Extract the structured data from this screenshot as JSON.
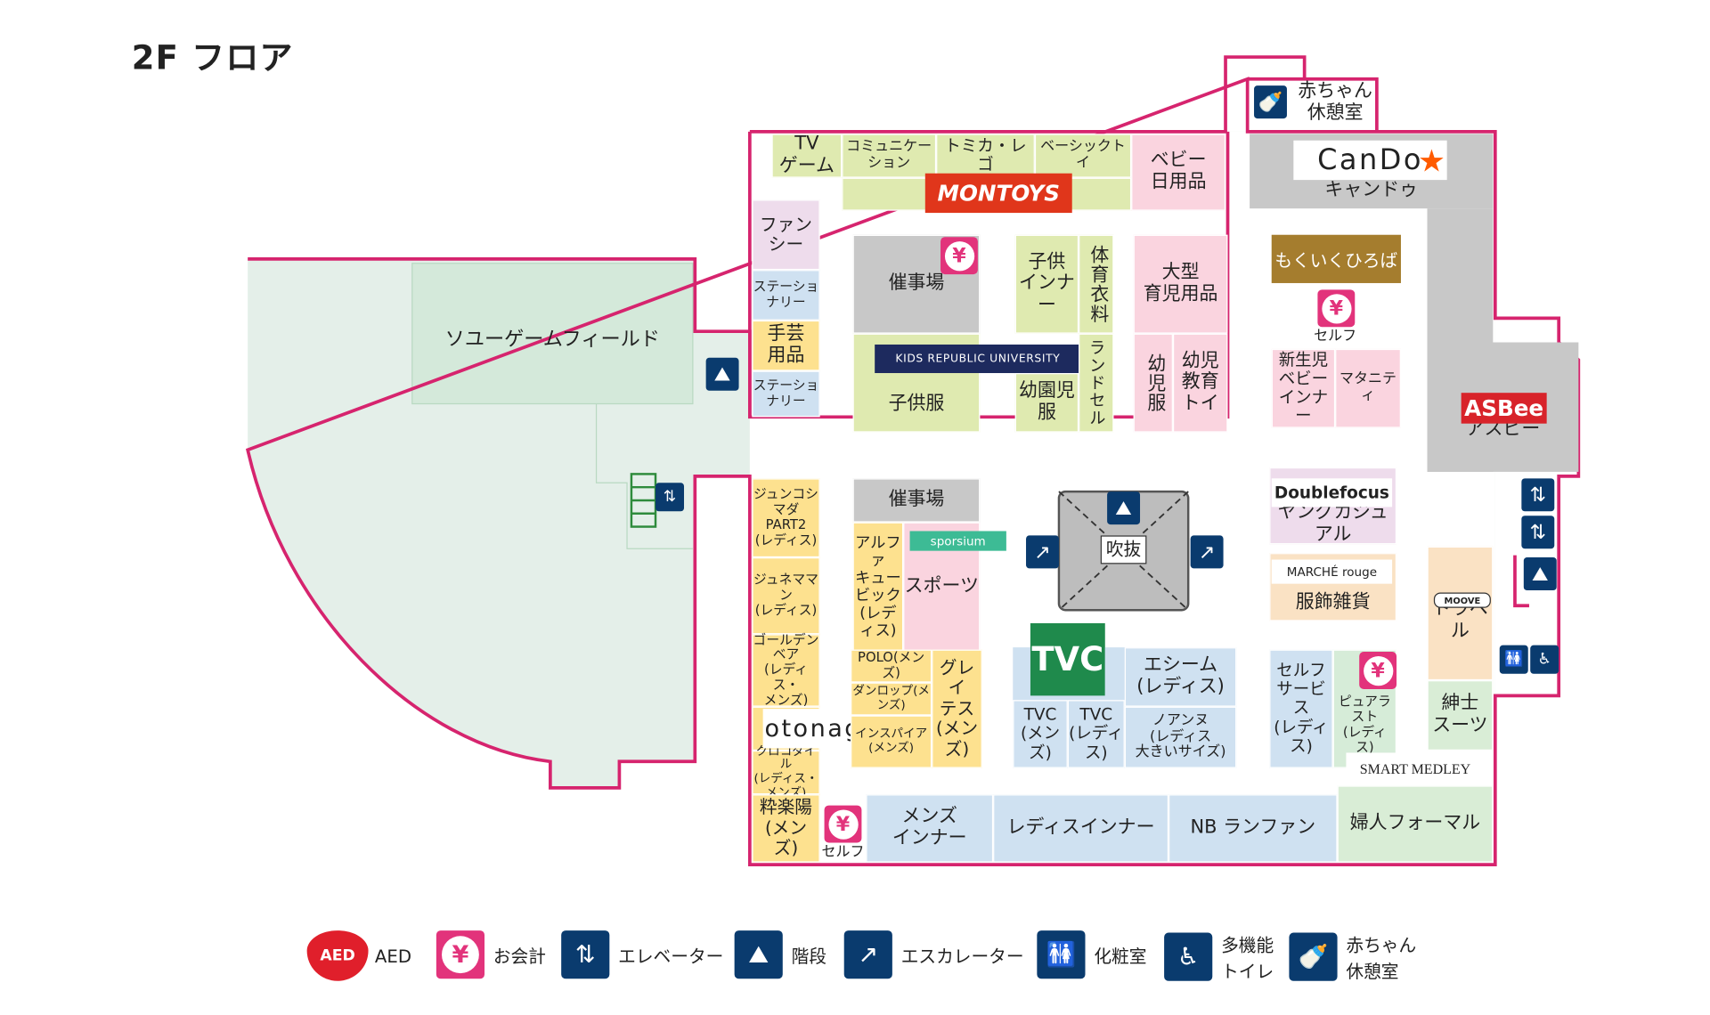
{
  "floor_title": "2F フロア",
  "areas": {
    "game_field": "ソユーゲームフィールド",
    "fukinuke": "吹抜"
  },
  "shops": {
    "tv_game": "TV\nゲーム",
    "communication": "コミュニケーション",
    "tomica_lego": "トミカ・レゴ",
    "basic_toy": "ベーシックトイ",
    "baby_goods": "ベビー\n日用品",
    "fancy": "ファンシー",
    "stationery1": "ステーショナリー",
    "handicraft": "手芸\n用品",
    "stationery2": "ステーショナリー",
    "event1": "催事場",
    "kids_inner": "子供\nインナー",
    "sports_wear": "体育衣料",
    "large_baby": "大型\n育児用品",
    "kids_clothes": "子供服",
    "kindergarten": "幼園児服",
    "randoseru": "ランドセル",
    "infant_clothes": "幼児服",
    "infant_toys": "幼児\n教育\nトイ",
    "newborn": "新生児\nベビー\nインナー",
    "maternity": "マタニティ",
    "mokuiku": "もくいくひろば",
    "self1": "セルフ",
    "cando_sub": "キャンドゥ",
    "asbee_sub": "アスビー",
    "baby_room": "赤ちゃん\n休憩室",
    "junko": "ジュンコシマダ\nPART2\n(レディス)",
    "junemaman": "ジュネママン\n(レディス)",
    "golden_bear": "ゴールデンベア\n(レディス・\nメンズ)",
    "crocodile": "クロコダイル\n(レディス・メンズ)",
    "event2": "催事場",
    "alpha": "アルファ\nキュービック\n(レディス)",
    "sports": "スポーツ",
    "doublefocus_sub": "ヤングカジュアル",
    "marche_sub": "服飾雑貨",
    "travel": "トラベル",
    "polo": "POLO(メンズ)",
    "dunlop": "ダンロップ(メンズ)",
    "inspire": "インスパイア\n(メンズ)",
    "greytes": "グレイ\nテス\n(メンズ)",
    "tvc_mens": "TVC\n(メンズ)",
    "tvc_ladies": "TVC\n(レディス)",
    "escime": "エシーム\n(レディス)",
    "noanne": "ノアンヌ\n(レディス\n大きいサイズ)",
    "self_service": "セルフ\nサービス\n(レディス)",
    "purelast": "ピュアラスト\n(レディス)",
    "gentleman": "紳士\nスーツ",
    "smart_medley": "SMART MEDLEY",
    "suikarakuyo": "粋楽陽\n(メンズ)",
    "self2": "セルフ",
    "mens_inner": "メンズ\nインナー",
    "ladies_inner": "レディスインナー",
    "nb_runfun": "NB ランファン",
    "formal": "婦人フォーマル"
  },
  "logos": {
    "montoys": "MONTOYS",
    "kids_republic": "KIDS REPUBLIC UNIVERSITY",
    "cando": "CanDo",
    "asbee": "ASBee",
    "doublefocus": "Doublefocus",
    "marche": "MARCHÉ rouge",
    "sporsium": "sporsium",
    "tvc": "TVC",
    "otonagi": "otonagi",
    "moove": "MOOVE"
  },
  "legend": [
    {
      "icon": "aed-icon",
      "label": "AED",
      "badge": "AED"
    },
    {
      "icon": "yen-icon",
      "label": "お会計"
    },
    {
      "icon": "elevator-icon",
      "label": "エレベーター"
    },
    {
      "icon": "stairs-icon",
      "label": "階段"
    },
    {
      "icon": "escalator-icon",
      "label": "エスカレーター"
    },
    {
      "icon": "restroom-icon",
      "label": "化粧室"
    },
    {
      "icon": "accessible-toilet-icon",
      "label": "多機能\nトイレ"
    },
    {
      "icon": "baby-room-icon",
      "label": "赤ちゃん\n休憩室"
    }
  ],
  "colors": {
    "outline": "#d6246e",
    "navy": "#0a3b6e",
    "cashier": "#e2337b"
  }
}
